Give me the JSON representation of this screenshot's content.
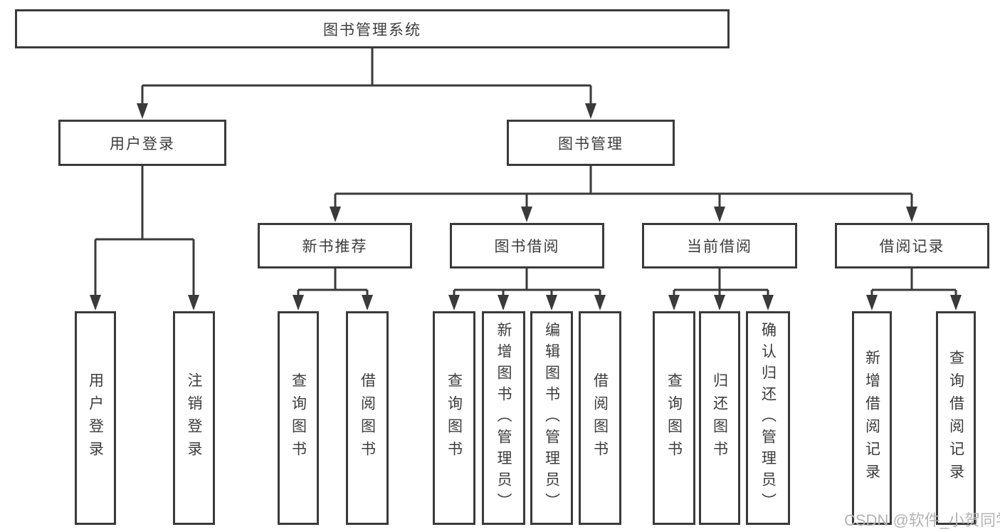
{
  "diagram": {
    "root": {
      "label": "图书管理系统",
      "children": [
        {
          "label": "用户登录",
          "children": [
            {
              "label": "用户登录"
            },
            {
              "label": "注销登录"
            }
          ]
        },
        {
          "label": "图书管理",
          "children": [
            {
              "label": "新书推荐",
              "children": [
                {
                  "label": "查询图书"
                },
                {
                  "label": "借阅图书"
                }
              ]
            },
            {
              "label": "图书借阅",
              "children": [
                {
                  "label": "查询图书"
                },
                {
                  "label": "新增图书（管理员）"
                },
                {
                  "label": "编辑图书（管理员）"
                },
                {
                  "label": "借阅图书"
                }
              ]
            },
            {
              "label": "当前借阅",
              "children": [
                {
                  "label": "查询图书"
                },
                {
                  "label": "归还图书"
                },
                {
                  "label": "确认归还（管理员）"
                }
              ]
            },
            {
              "label": "借阅记录",
              "children": [
                {
                  "label": "新增借阅记录"
                },
                {
                  "label": "查询借阅记录"
                }
              ]
            }
          ]
        }
      ]
    }
  },
  "watermark": {
    "text": "CSDN @软件_小贺同学"
  },
  "colors": {
    "line": "#3a3a3a",
    "box_border": "#3a3a3a",
    "text": "#3c3c3c",
    "watermark": "#b3b3b3",
    "background": "#ffffff"
  }
}
